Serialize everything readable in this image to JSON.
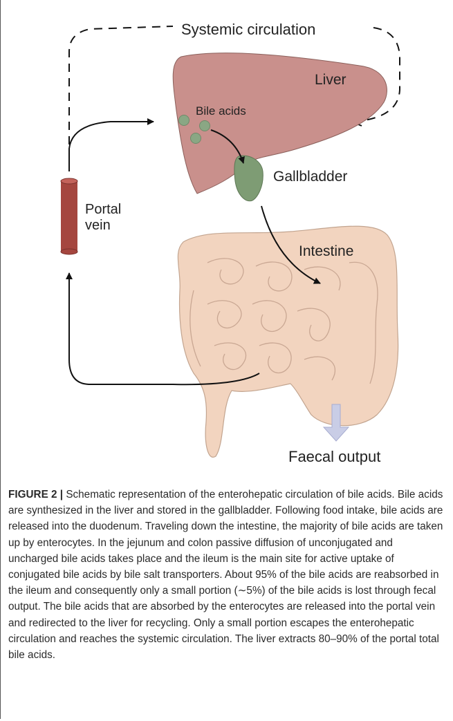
{
  "diagram": {
    "labels": {
      "systemic": "Systemic circulation",
      "liver": "Liver",
      "bile_acids": "Bile acids",
      "gallbladder": "Gallbladder",
      "portal_line1": "Portal",
      "portal_line2": "vein",
      "intestine": "Intestine",
      "faecal": "Faecal output"
    },
    "colors": {
      "liver": "#c9908c",
      "gallbladder": "#7e9c74",
      "bile_dots": "#8aa784",
      "portal_vein": "#a5463f",
      "intestine": "#f2d4bf",
      "faecal_arrow": "#c9cde6"
    }
  },
  "caption": {
    "label": "FIGURE 2 |",
    "text": " Schematic representation of the enterohepatic circulation of bile acids. Bile acids are synthesized in the liver and stored in the gallbladder. Following food intake, bile acids are released into the duodenum. Traveling down the intestine, the majority of bile acids are taken up by enterocytes. In the jejunum and colon passive diffusion of unconjugated and uncharged bile acids takes place and the ileum is the main site for active uptake of conjugated bile acids by bile salt transporters. About 95% of the bile acids are reabsorbed in the ileum and consequently only a small portion (∼5%) of the bile acids is lost through fecal output. The bile acids that are absorbed by the enterocytes are released into the portal vein and redirected to the liver for recycling. Only a small portion escapes the enterohepatic circulation and reaches the systemic circulation. The liver extracts 80–90% of the portal total bile acids."
  }
}
